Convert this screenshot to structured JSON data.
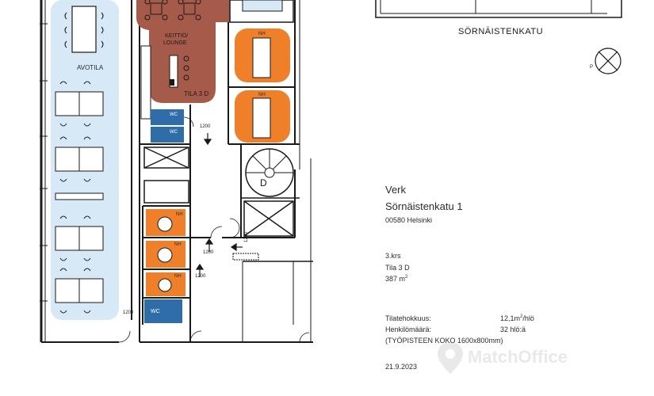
{
  "plan": {
    "rooms": {
      "avotila": "AVOTILA",
      "keittio_line1": "KEITTIÖ/",
      "keittio_line2": "LOUNGE",
      "tila": "TILA 3 D",
      "nh": "NH",
      "wc": "WC",
      "d": "D"
    },
    "dimensions": {
      "d1200": "1200"
    },
    "street": "SÖRNÄISTENKATU",
    "north": "P"
  },
  "info": {
    "company": "Verk",
    "address": "Sörnäistenkatu 1",
    "postal": "00580 Helsinki",
    "floor": "3.krs",
    "space": "Tila 3 D",
    "area_value": "387 m",
    "area_sup": "2",
    "efficiency_label": "Tilatehokkuus:",
    "efficiency_value_pre": "12,1m",
    "efficiency_sup": "2",
    "efficiency_value_post": "/hlö",
    "persons_label": "Henkilömäärä:",
    "persons_value": "32 hlö:ä",
    "desk_note": "(TYÖPISTEEN KOKO 1600x800mm)",
    "date": "21.9.2023"
  },
  "watermark": "MatchOffice",
  "colors": {
    "open_space": "#d7e8f6",
    "kitchen": "#a65a4a",
    "meeting": "#f07f2a",
    "wc": "#2f6da9",
    "wall": "#1a1a1a"
  }
}
